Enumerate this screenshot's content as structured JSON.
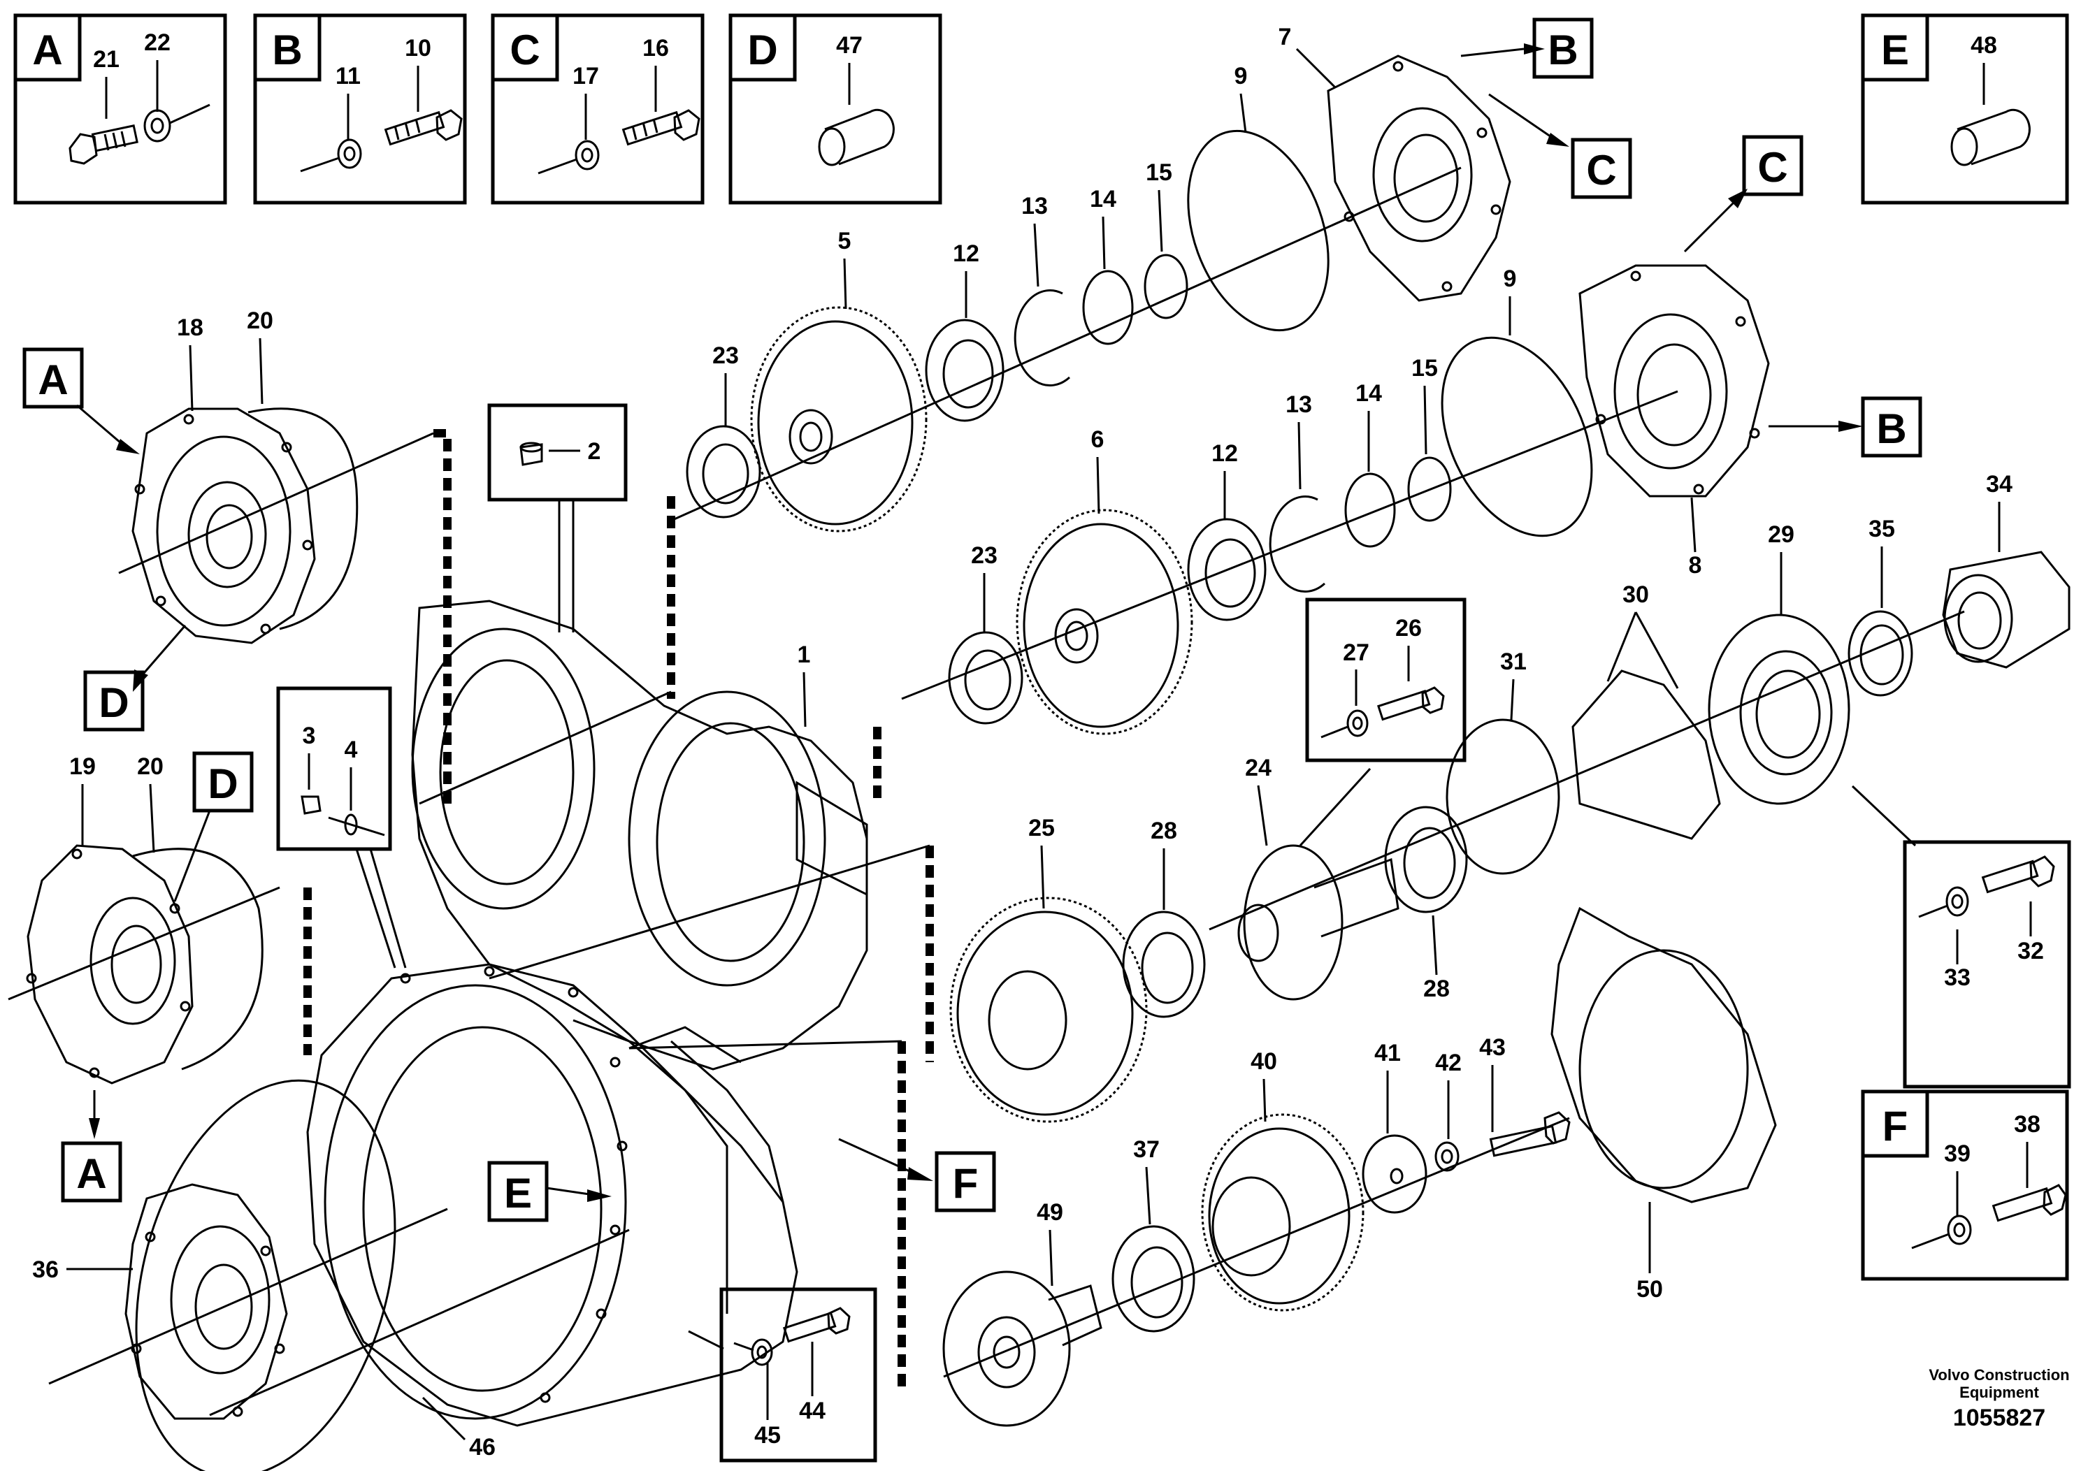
{
  "diagram": {
    "labels": {
      "p1": "1",
      "p2": "2",
      "p3": "3",
      "p4": "4",
      "p5": "5",
      "p6": "6",
      "p7": "7",
      "p8": "8",
      "p9a": "9",
      "p9b": "9",
      "p10": "10",
      "p11": "11",
      "p12a": "12",
      "p12b": "12",
      "p13a": "13",
      "p13b": "13",
      "p14a": "14",
      "p14b": "14",
      "p15a": "15",
      "p15b": "15",
      "p16": "16",
      "p17": "17",
      "p18": "18",
      "p19": "19",
      "p20a": "20",
      "p20b": "20",
      "p21": "21",
      "p22": "22",
      "p23a": "23",
      "p23b": "23",
      "p24": "24",
      "p25": "25",
      "p26": "26",
      "p27": "27",
      "p28a": "28",
      "p28b": "28",
      "p29": "29",
      "p30": "30",
      "p31": "31",
      "p32": "32",
      "p33": "33",
      "p34": "34",
      "p35": "35",
      "p36": "36",
      "p37": "37",
      "p38": "38",
      "p39": "39",
      "p40": "40",
      "p41": "41",
      "p42": "42",
      "p43": "43",
      "p44": "44",
      "p45": "45",
      "p46": "46",
      "p47": "47",
      "p48": "48",
      "p49": "49",
      "p50": "50"
    },
    "letters": {
      "A": "A",
      "B": "B",
      "C": "C",
      "D": "D",
      "E": "E",
      "F": "F"
    },
    "credit": {
      "line1": "Volvo Construction",
      "line2": "Equipment",
      "number": "1055827"
    }
  }
}
